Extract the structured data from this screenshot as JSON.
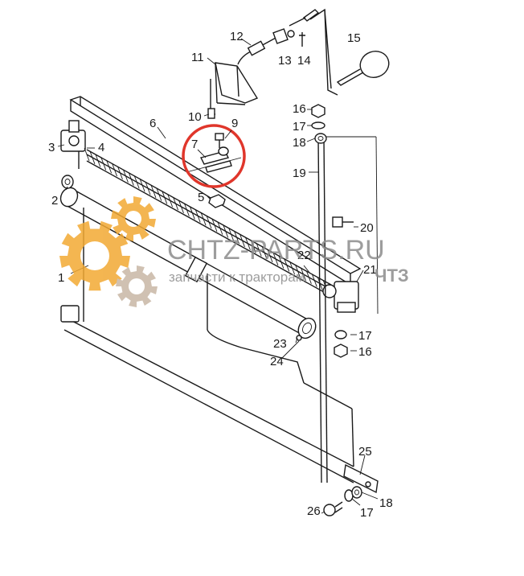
{
  "watermark": {
    "title": "CHTZ-PARTS.RU",
    "subtitle": "запчасти к тракторам",
    "brand": "ЧТЗ",
    "gear_colors": [
      "#f2a933",
      "#c8b7a5"
    ]
  },
  "highlight": {
    "color": "#e0362b",
    "item": "7"
  },
  "callouts": {
    "n1": "1",
    "n2": "2",
    "n3": "3",
    "n4": "4",
    "n5": "5",
    "n6": "6",
    "n7": "7",
    "n9": "9",
    "n10": "10",
    "n11": "11",
    "n12": "12",
    "n13": "13",
    "n14": "14",
    "n15": "15",
    "n16a": "16",
    "n17a": "17",
    "n18a": "18",
    "n19": "19",
    "n20": "20",
    "n21": "21",
    "n22": "22",
    "n23": "23",
    "n24": "24",
    "n17b": "17",
    "n16b": "16",
    "n25": "25",
    "n26": "26",
    "n17c": "17",
    "n18b": "18"
  }
}
